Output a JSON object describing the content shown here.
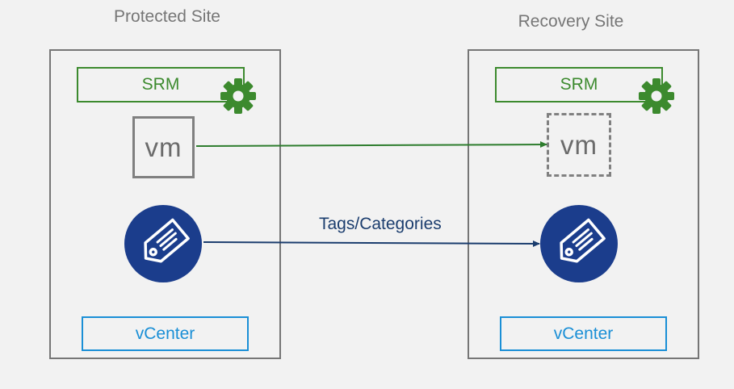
{
  "protected_site": {
    "title": "Protected Site",
    "srm_label": "SRM",
    "vm_label": "vm",
    "vcenter_label": "vCenter"
  },
  "recovery_site": {
    "title": "Recovery Site",
    "srm_label": "SRM",
    "vm_label": "vm",
    "vcenter_label": "vCenter"
  },
  "connections": {
    "tags_label": "Tags/Categories"
  },
  "colors": {
    "srm_green": "#3c8a2e",
    "site_border_gray": "#767676",
    "tag_navy": "#1b3d8c",
    "vcenter_blue": "#1a8fd6",
    "vm_arrow_green": "#2e7d2e",
    "tag_arrow_navy": "#1b3d6e"
  },
  "icons": {
    "srm": "gear-icon",
    "tags": "tag-icon"
  }
}
